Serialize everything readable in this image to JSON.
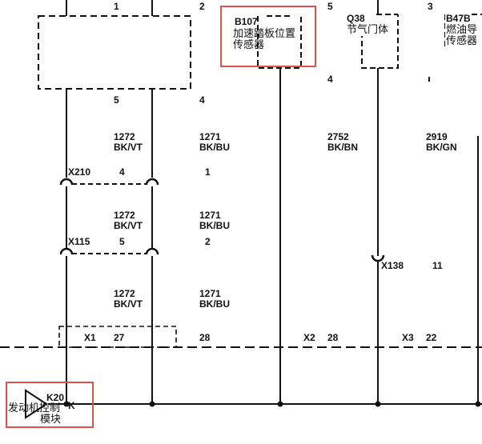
{
  "colors": {
    "wire": "#111111",
    "highlight": "#d9534f",
    "background": "#ffffff"
  },
  "top_pins": {
    "p1": "1",
    "p2": "2",
    "p5": "5",
    "p3": "3"
  },
  "upper_box": {
    "pin_left": "5",
    "pin_right": "4"
  },
  "b107": {
    "code": "B107",
    "name_line1": "加速踏板位置",
    "name_line2": "传感器",
    "pin_below": "4"
  },
  "q38": {
    "code": "Q38",
    "name": "节气门体"
  },
  "b47b": {
    "code": "B47B",
    "name_line1": "燃油导",
    "name_line2": "传感器"
  },
  "wires": {
    "w1272": {
      "num": "1272",
      "color": "BK/VT"
    },
    "w1271": {
      "num": "1271",
      "color": "BK/BU"
    },
    "w2752": {
      "num": "2752",
      "color": "BK/BN"
    },
    "w2919": {
      "num": "2919",
      "color": "BK/GN"
    }
  },
  "x210": {
    "code": "X210",
    "pin_left": "4",
    "pin_right": "1"
  },
  "x115": {
    "code": "X115",
    "pin_left": "5",
    "pin_right": "2"
  },
  "x138": {
    "code": "X138",
    "pin": "11"
  },
  "x1": {
    "code": "X1",
    "pin_left": "27",
    "pin_right": "28"
  },
  "x2": {
    "code": "X2",
    "pin": "28"
  },
  "x3": {
    "code": "X3",
    "pin": "22"
  },
  "k20": {
    "code": "K20",
    "name_line1": "发动机控制",
    "name_line2": "模块",
    "trailing": "K"
  }
}
